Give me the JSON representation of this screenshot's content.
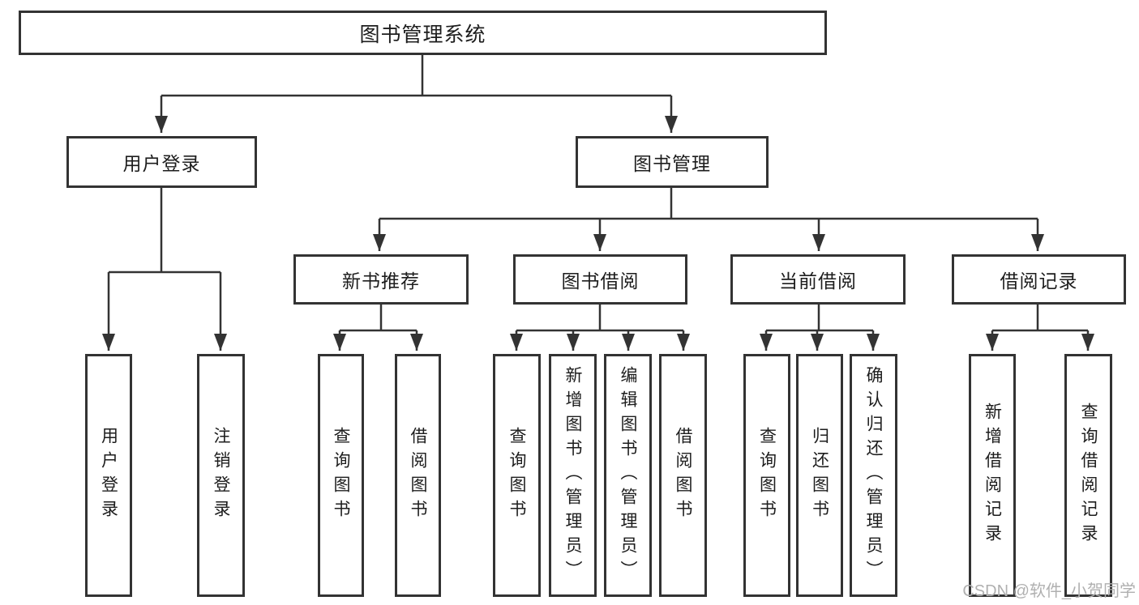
{
  "tree": {
    "root": {
      "label": "图书管理系统",
      "children": [
        {
          "label": "用户登录",
          "children": [
            {
              "label": "用户登录"
            },
            {
              "label": "注销登录"
            }
          ]
        },
        {
          "label": "图书管理",
          "children": [
            {
              "label": "新书推荐",
              "children": [
                {
                  "label": "查询图书"
                },
                {
                  "label": "借阅图书"
                }
              ]
            },
            {
              "label": "图书借阅",
              "children": [
                {
                  "label": "查询图书"
                },
                {
                  "label": "新增图书（管理员）"
                },
                {
                  "label": "编辑图书（管理员）"
                },
                {
                  "label": "借阅图书"
                }
              ]
            },
            {
              "label": "当前借阅",
              "children": [
                {
                  "label": "查询图书"
                },
                {
                  "label": "归还图书"
                },
                {
                  "label": "确认归还（管理员）"
                }
              ]
            },
            {
              "label": "借阅记录",
              "children": [
                {
                  "label": "新增借阅记录"
                },
                {
                  "label": "查询借阅记录"
                }
              ]
            }
          ]
        }
      ]
    }
  },
  "watermark": "CSDN @软件_小贺同学",
  "colors": {
    "line": "#333333",
    "text": "#1d1d1d",
    "watermark": "#b0b0b0",
    "bg": "#ffffff"
  }
}
